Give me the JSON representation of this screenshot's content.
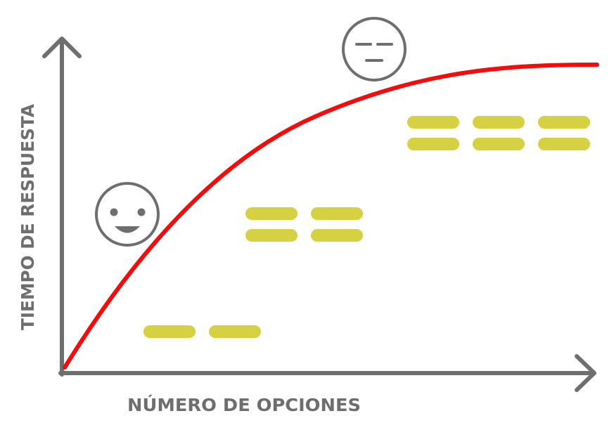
{
  "labels": {
    "x_axis": "NÚMERO DE OPCIONES",
    "y_axis": "TIEMPO DE RESPUESTA"
  },
  "icons": {
    "happy_face": "smiling-face-icon",
    "neutral_face": "expressionless-face-icon"
  },
  "groups": [
    {
      "name": "two-options",
      "rows": 1,
      "columns": 2
    },
    {
      "name": "four-options",
      "rows": 2,
      "columns": 2
    },
    {
      "name": "six-options",
      "rows": 2,
      "columns": 3
    }
  ],
  "colors": {
    "axis": "#6e6e6e",
    "curve": "#f20c0c",
    "option": "#d6d143",
    "face": "#6e6e6e",
    "background": "#ffffff"
  }
}
